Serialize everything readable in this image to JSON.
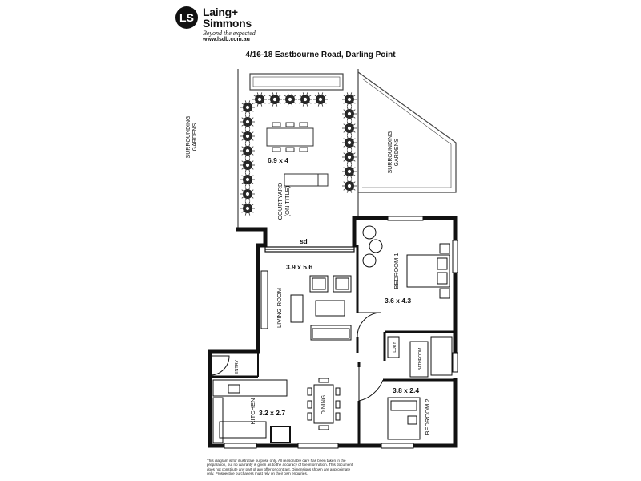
{
  "brand": {
    "logo_mark": "LS",
    "name": "Laing+\nSimmons",
    "tagline": "Beyond the expected",
    "website": "www.lsdb.com.au"
  },
  "address": "4/16-18 Eastbourne Road, Darling Point",
  "labels": {
    "surrounding_left": [
      "SURROUNDING",
      "GARDENS"
    ],
    "surrounding_right": [
      "SURROUNDING",
      "GARDENS"
    ],
    "courtyard": [
      "COURTYARD",
      "(ON TITLE)"
    ],
    "courtyard_dim": "6.9 x 4",
    "sd": "sd",
    "living_dim": "3.9 x 5.6",
    "living": "LIVING ROOM",
    "bedroom1": "BEDROOM 1",
    "bedroom1_dim": "3.6 x 4.3",
    "ldry": "LDRY",
    "bathroom": "BATHROOM",
    "entry": "ENTRY",
    "kitchen": "KITCHEN",
    "kitchen_dim": "3.2 x 2.7",
    "dining": "DINING",
    "bedroom2": "BEDROOM 2",
    "bedroom2_dim": "3.8 x 2.4"
  },
  "disclaimer": "This diagram is for illustrative purpose only. All reasonable care has been taken in the preparation, but no warranty is given as to the accuracy of the information. This document does not constitute any part of any offer or contract. Dimensions shown are approximate only. Prospective purchasers must rely on their own enquiries."
}
